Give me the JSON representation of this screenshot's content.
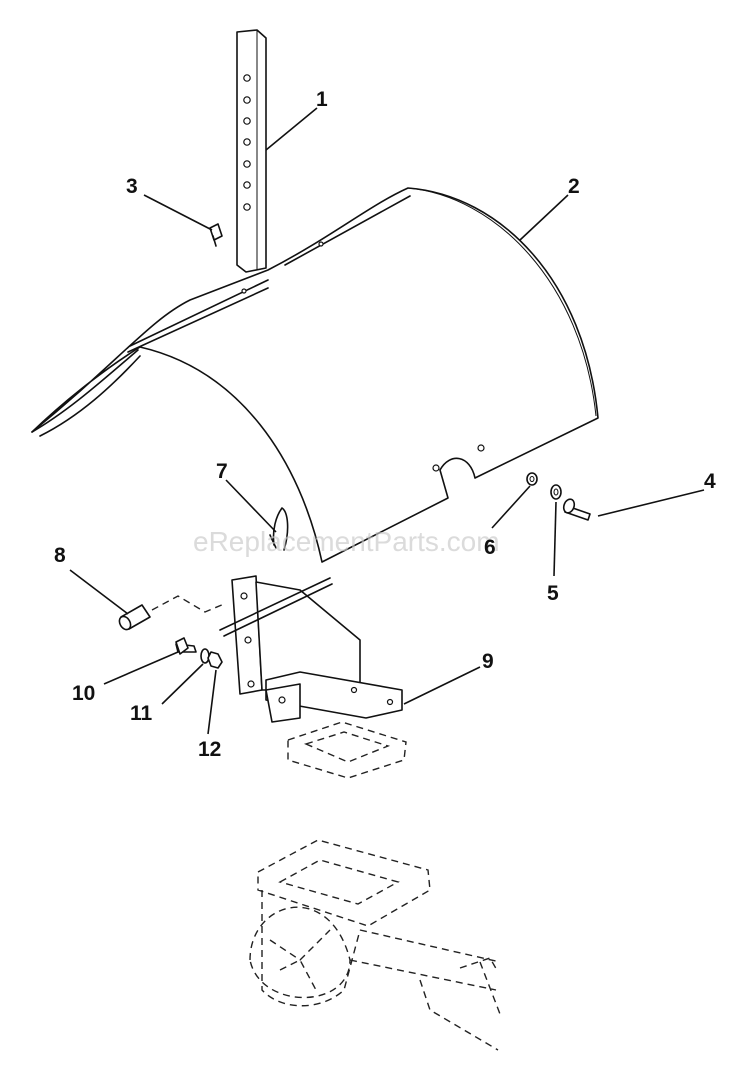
{
  "callouts": {
    "c1": "1",
    "c2": "2",
    "c3": "3",
    "c4": "4",
    "c5": "5",
    "c6": "6",
    "c7": "7",
    "c8": "8",
    "c9": "9",
    "c10": "10",
    "c11": "11",
    "c12": "12"
  },
  "watermark": "eReplacementParts.com"
}
